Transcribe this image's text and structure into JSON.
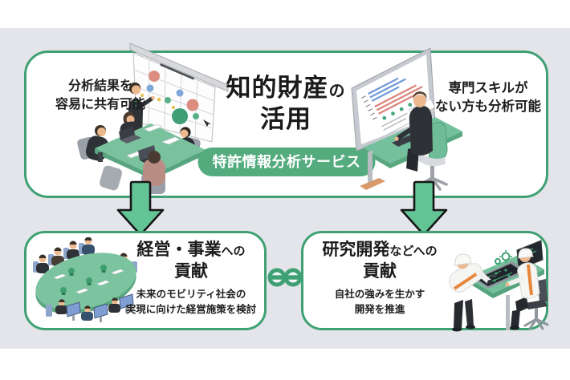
{
  "header": {
    "title_main": "知的財産",
    "title_particle": "の",
    "title_line2": "活用",
    "badge": "特許情報分析サービス"
  },
  "features": {
    "share": {
      "line1": "分析結果を",
      "line2": "容易に共有可能"
    },
    "no_skill": {
      "line1": "専門スキルが",
      "line2": "ない方も分析可能"
    }
  },
  "outcomes": {
    "business": {
      "title_main": "経営・事業",
      "title_suffix": "への",
      "title_line2": "貢献",
      "desc_line1": "未来のモビリティ社会の",
      "desc_line2": "実現に向けた経営施策を検討"
    },
    "rnd": {
      "title_main": "研究開発",
      "title_suffix": "などへの",
      "title_line2": "貢献",
      "desc_line1": "自社の強みを生かす",
      "desc_line2": "開発を推進"
    }
  },
  "colors": {
    "accent_green": "#3fa173",
    "badge_green": "#54ab7e",
    "arrow_green": "#63c495",
    "panel_gray": "#e3e5ea",
    "table_green": "#7ac29d"
  }
}
